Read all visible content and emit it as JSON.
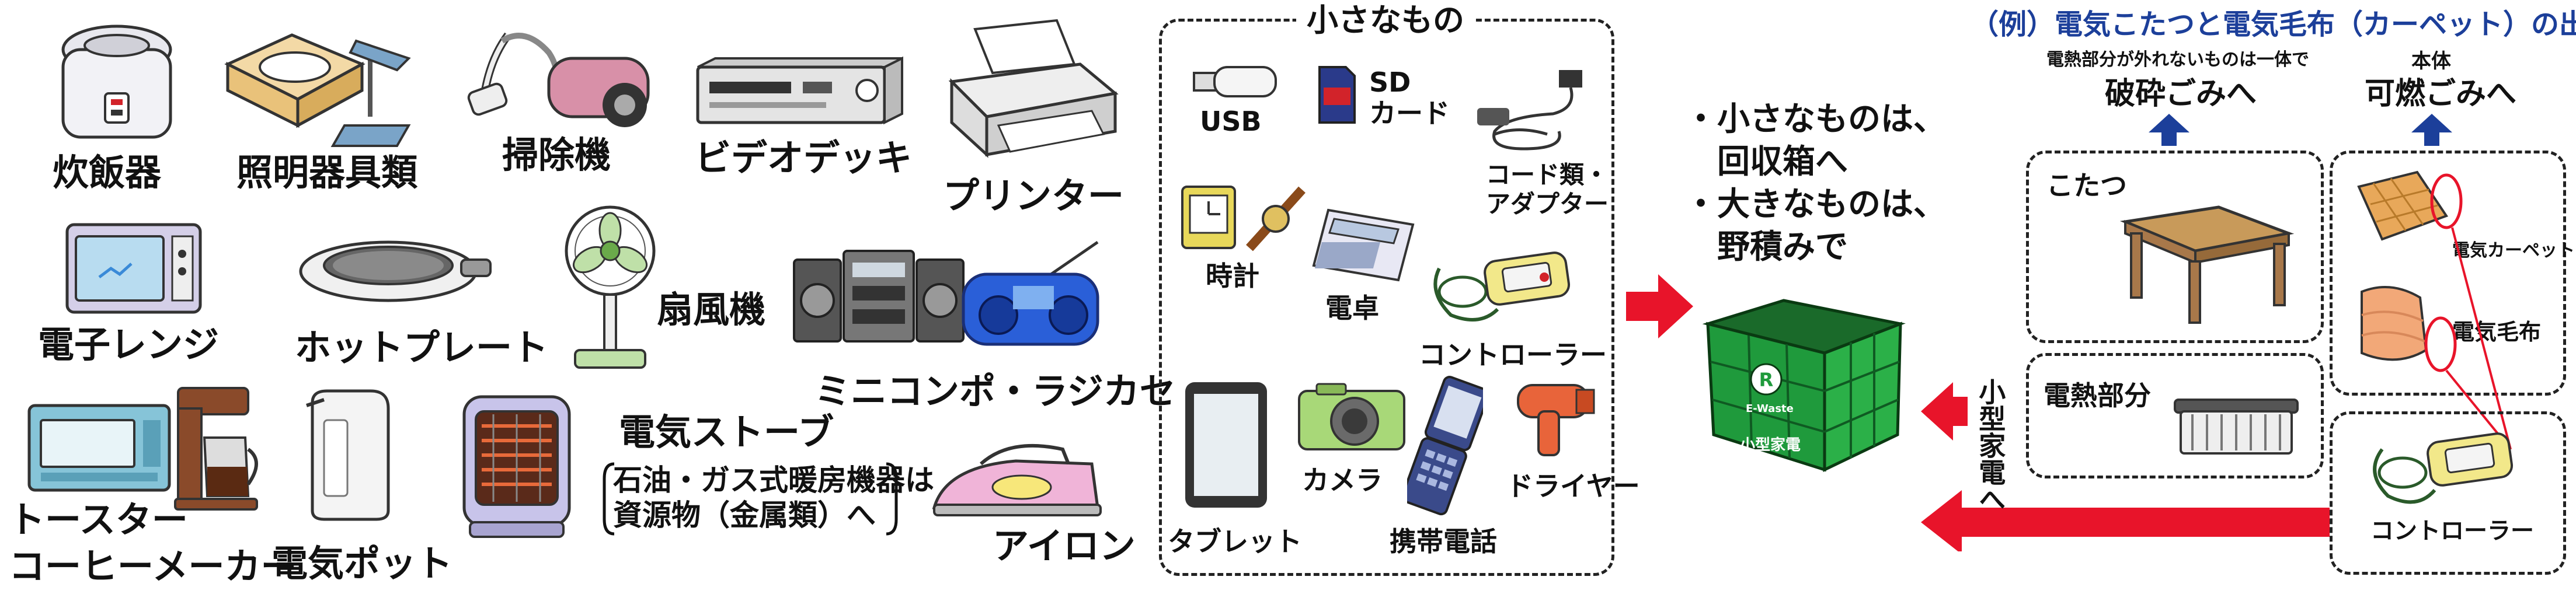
{
  "appliances": {
    "rice_cooker": "炊飯器",
    "lighting": "照明器具類",
    "vacuum": "掃除機",
    "video_deck": "ビデオデッキ",
    "printer": "プリンター",
    "microwave": "電子レンジ",
    "hot_plate": "ホットプレート",
    "fan": "扇風機",
    "mini_compo": "ミニコンポ・ラジカセ",
    "toaster": "トースター",
    "coffee_maker": "コーヒーメーカー",
    "electric_pot": "電気ポット",
    "electric_stove": "電気ストーブ",
    "stove_note_line1": "石油・ガス式暖房機器は",
    "stove_note_line2": "資源物（金属類）へ",
    "iron": "アイロン"
  },
  "small_items": {
    "title": "小さなもの",
    "usb": "USB",
    "sd_card": "SD\nカード",
    "cords": "コード類・\nアダプター",
    "clock": "時計",
    "calculator": "電卓",
    "controller": "コントローラー",
    "tablet": "タブレット",
    "camera": "カメラ",
    "mobile_phone": "携帯電話",
    "dryer": "ドライヤー"
  },
  "instructions": {
    "line1": "・小さなものは、",
    "line2": "　回収箱へ",
    "line3": "・大きなものは、",
    "line4": "　野積みで"
  },
  "collection_box": {
    "logo_text": "E-Waste",
    "label": "小型家電"
  },
  "example": {
    "title": "（例）電気こたつと電気毛布（カーペット）の出し方",
    "left_note": "電熱部分が外れないものは一体で",
    "left_dest": "破砕ごみへ",
    "right_note": "本体",
    "right_dest": "可燃ごみへ",
    "kotatsu": "こたつ",
    "heating_part": "電熱部分",
    "carpet": "電気カーペット",
    "blanket": "電気毛布",
    "controller": "コントローラー",
    "arrow_text": "小型家電へ"
  },
  "colors": {
    "arrow_red": "#e8142a",
    "title_blue": "#1c3f9a",
    "box_green": "#1f9a3c"
  }
}
